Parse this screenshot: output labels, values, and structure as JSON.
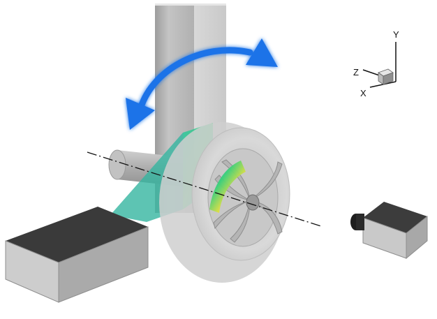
{
  "axes": {
    "x_label": "X",
    "y_label": "Y",
    "z_label": "Z"
  },
  "colors": {
    "rotation_arrow": "#1a73e8",
    "laser_sheet": "#35b5a0",
    "camera_body": "#b8b8b8",
    "camera_face": "#3c3c3c",
    "pump_casing": "#d6d6d6"
  },
  "icons": [
    "rotation-arrow-icon",
    "axis-triad-icon",
    "camera-icon",
    "laser-icon"
  ]
}
